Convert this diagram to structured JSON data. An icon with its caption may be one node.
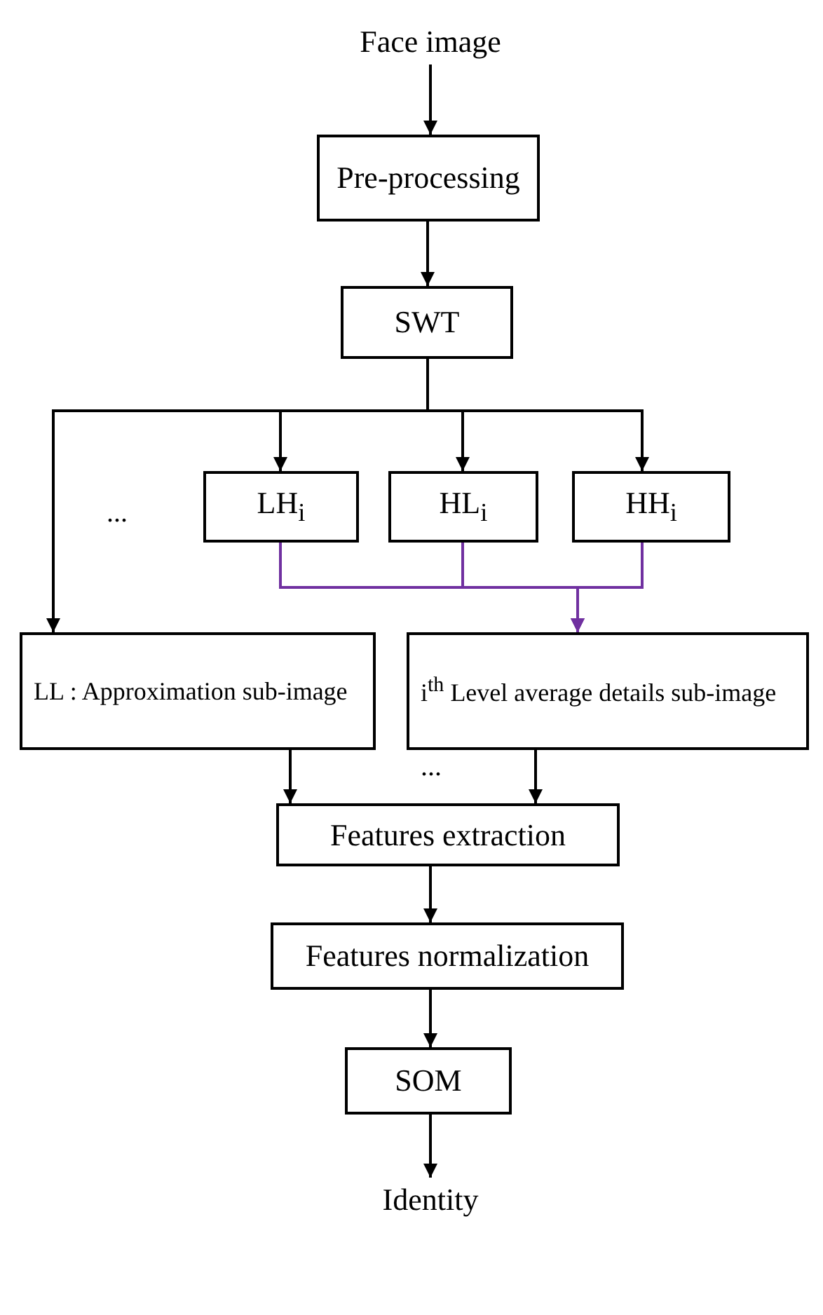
{
  "diagram": {
    "nodes": [
      {
        "text": [
          "Face image"
        ]
      },
      {
        "text": [
          "Pre-processing"
        ]
      },
      {
        "text": [
          "SWT"
        ]
      },
      {
        "text": [
          "LH$_{i}$"
        ]
      },
      {
        "text": [
          "HL$_{i}$"
        ]
      },
      {
        "text": [
          "HH$_{i}$"
        ]
      },
      {
        "text": [
          "LL : Approximation sub-image"
        ]
      },
      {
        "text": [
          "i$^{th}$ Level average details sub-image"
        ]
      },
      {
        "text": [
          "Features extraction"
        ]
      },
      {
        "text": [
          "Features normalization"
        ]
      },
      {
        "text": [
          "SOM"
        ]
      },
      {
        "text": [
          "Identity"
        ]
      }
    ],
    "edges": [
      {
        "from": 0,
        "to": 1,
        "arrow": "to"
      },
      {
        "from": 1,
        "to": 2,
        "arrow": "to"
      },
      {
        "from": 2,
        "to": 6,
        "arrow": "to"
      },
      {
        "from": 2,
        "to": 3,
        "arrow": "to"
      },
      {
        "from": 2,
        "to": 4,
        "arrow": "to"
      },
      {
        "from": 2,
        "to": 5,
        "arrow": "to"
      },
      {
        "from": 3,
        "to": 7,
        "arrow": "to",
        "color": "#7030a0"
      },
      {
        "from": 4,
        "to": 7,
        "arrow": "to",
        "color": "#7030a0"
      },
      {
        "from": 5,
        "to": 7,
        "arrow": "to",
        "color": "#7030a0"
      },
      {
        "from": 6,
        "to": 8,
        "arrow": "to"
      },
      {
        "from": 7,
        "to": 8,
        "arrow": "to"
      },
      {
        "from": 8,
        "to": 9,
        "arrow": "to"
      },
      {
        "from": 9,
        "to": 10,
        "arrow": "to"
      },
      {
        "from": 10,
        "to": 11,
        "arrow": "to"
      }
    ],
    "labels": [
      "...",
      "..."
    ]
  }
}
